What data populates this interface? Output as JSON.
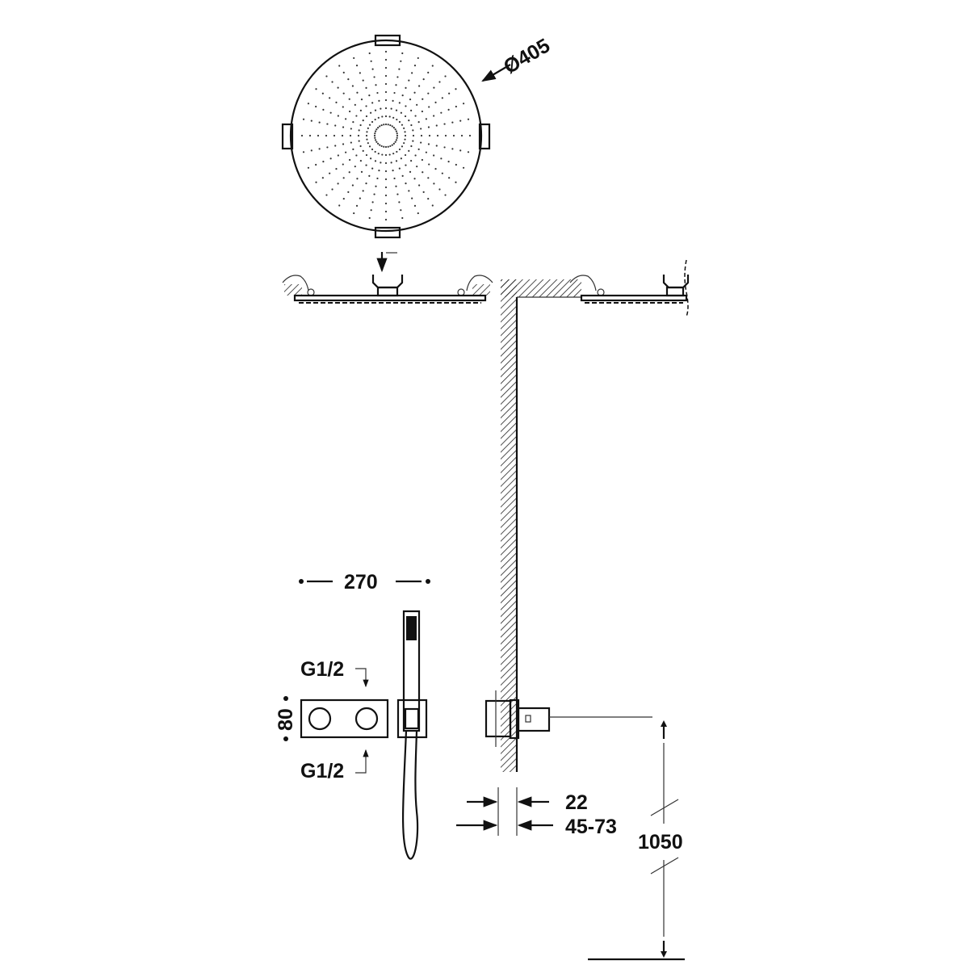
{
  "labels": {
    "diameter": "Ø405",
    "width": "270",
    "inlet_top": "G1/2",
    "inlet_bottom": "G1/2",
    "height": "80",
    "wall_depth": "22",
    "wall_range": "45-73",
    "mount_height": "1050"
  },
  "colors": {
    "line": "#111111",
    "background": "#ffffff"
  }
}
